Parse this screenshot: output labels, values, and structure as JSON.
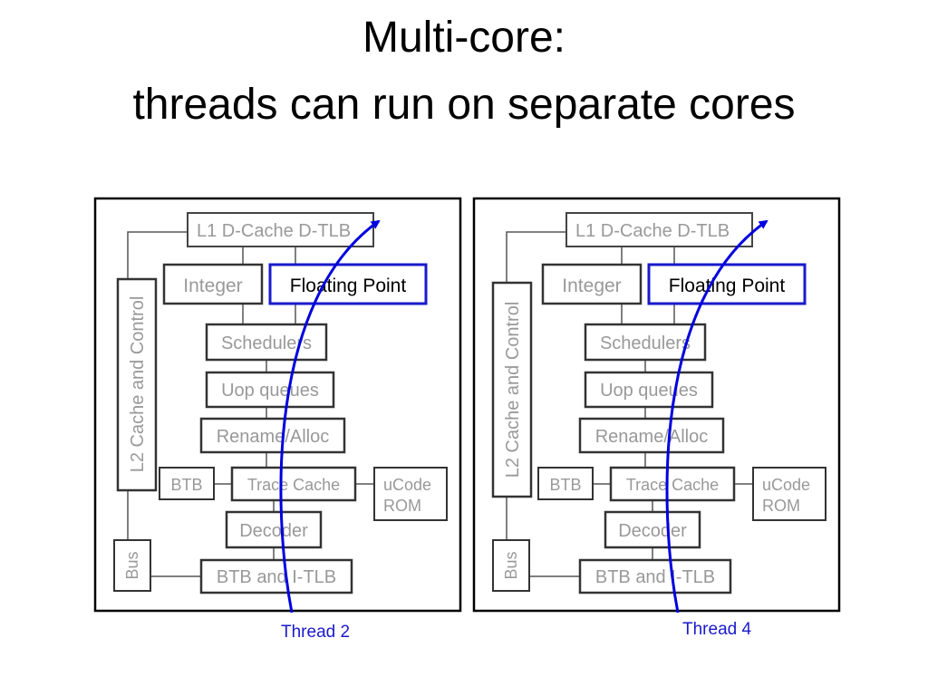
{
  "slide": {
    "title_line1": "Multi-core:",
    "title_line2": "threads can run on separate cores"
  },
  "colors": {
    "frame": "#000000",
    "inactive_box": "#555555",
    "inactive_text": "#999999",
    "highlight": "#1a1acc",
    "thread": "#0000e0"
  },
  "cores": [
    {
      "thread_label": "Thread 2",
      "blocks": {
        "l1": "L1 D-Cache D-TLB",
        "integer": "Integer",
        "floating_point": "Floating Point",
        "schedulers": "Schedulers",
        "uop_queues": "Uop queues",
        "rename": "Rename/Alloc",
        "btb": "BTB",
        "trace_cache": "Trace Cache",
        "ucode_line1": "uCode",
        "ucode_line2": "ROM",
        "decoder": "Decoder",
        "btb_itlb": "BTB and I-TLB",
        "l2": "L2 Cache and Control",
        "bus": "Bus"
      }
    },
    {
      "thread_label": "Thread 4",
      "blocks": {
        "l1": "L1 D-Cache D-TLB",
        "integer": "Integer",
        "floating_point": "Floating Point",
        "schedulers": "Schedulers",
        "uop_queues": "Uop queues",
        "rename": "Rename/Alloc",
        "btb": "BTB",
        "trace_cache": "Trace Cache",
        "ucode_line1": "uCode",
        "ucode_line2": "ROM",
        "decoder": "Decoder",
        "btb_itlb": "BTB and I-TLB",
        "l2": "L2 Cache and Control",
        "bus": "Bus"
      }
    }
  ]
}
